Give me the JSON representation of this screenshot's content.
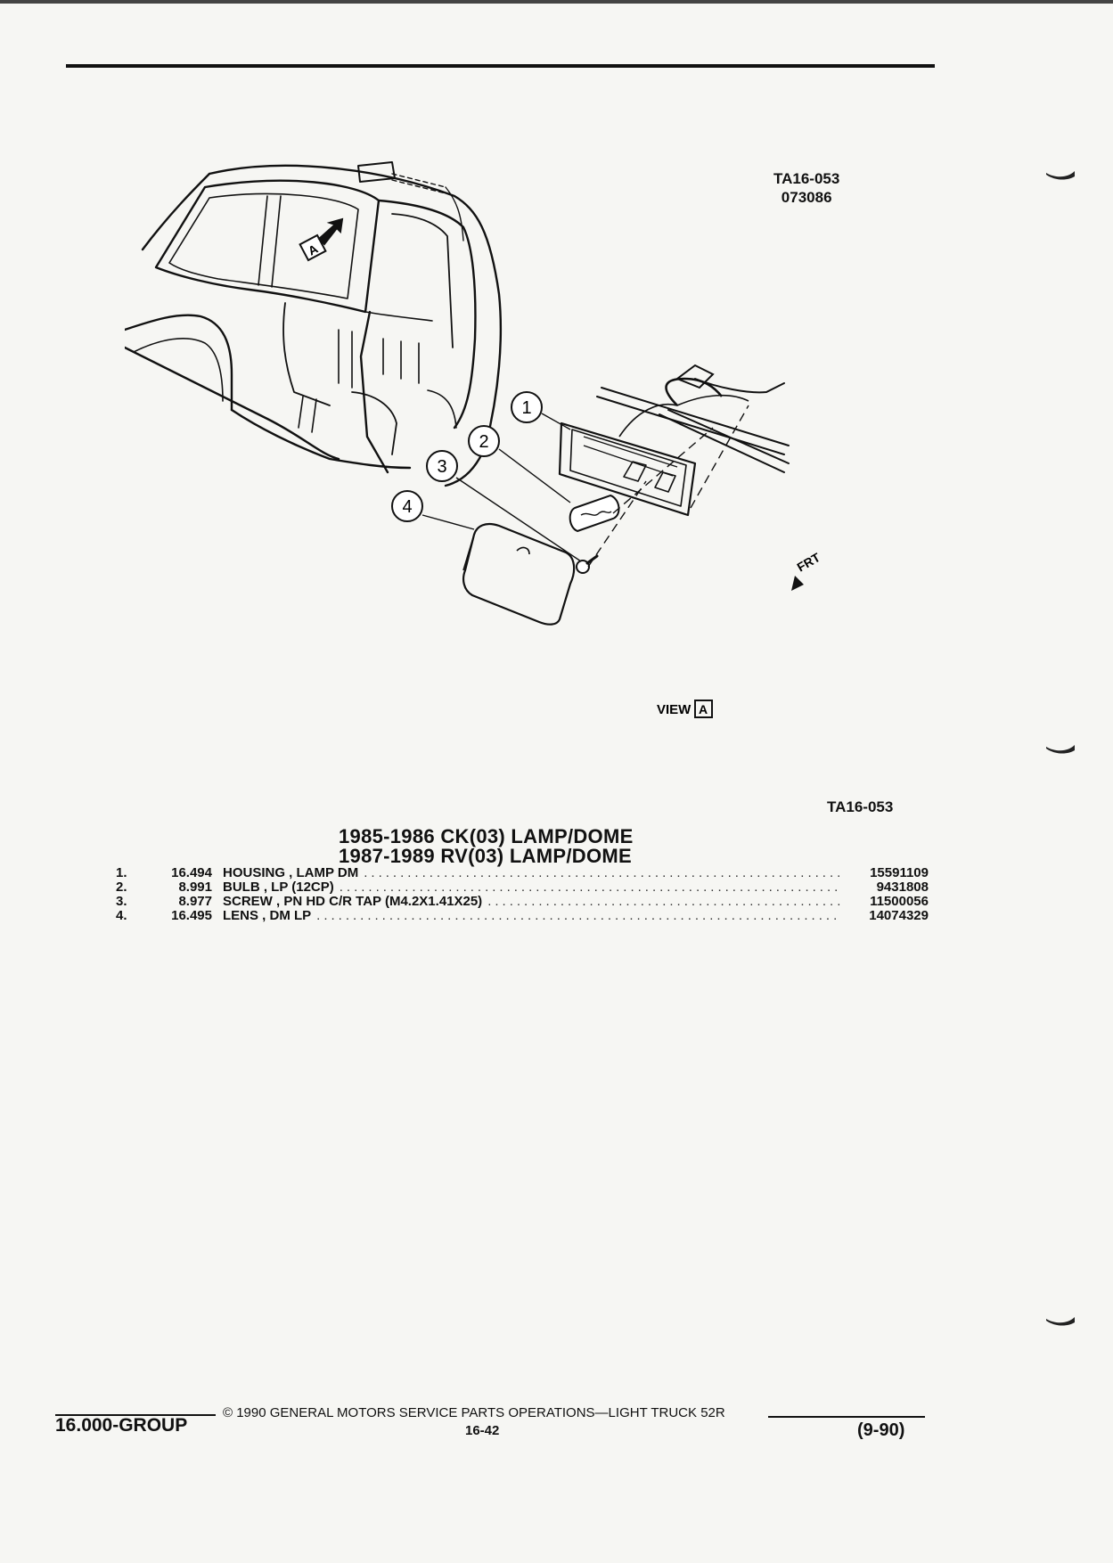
{
  "figure": {
    "code": "TA16-053",
    "date_code": "073086",
    "reference": "TA16-053",
    "view_text": "VIEW",
    "view_letter": "A",
    "callout_1": "1",
    "callout_2": "2",
    "callout_3": "3",
    "callout_4": "4",
    "front_label": "FRT"
  },
  "catalog": {
    "title_line1": "1985-1986 CK(03) LAMP/DOME",
    "title_line2": "1987-1989 RV(03) LAMP/DOME",
    "parts": [
      {
        "num": "1.",
        "code": "16.494",
        "desc": "HOUSING , LAMP DM",
        "part_no": "15591109"
      },
      {
        "num": "2.",
        "code": "8.991",
        "desc": "BULB , LP (12CP)",
        "part_no": "9431808"
      },
      {
        "num": "3.",
        "code": "8.977",
        "desc": "SCREW , PN HD C/R TAP (M4.2X1.41X25)",
        "part_no": "11500056"
      },
      {
        "num": "4.",
        "code": "16.495",
        "desc": "LENS , DM LP",
        "part_no": "14074329"
      }
    ]
  },
  "footer": {
    "group": "16.000-GROUP",
    "copyright": "© 1990 GENERAL MOTORS SERVICE PARTS OPERATIONS—LIGHT TRUCK 52R",
    "page": "16-42",
    "date": "(9-90)"
  }
}
